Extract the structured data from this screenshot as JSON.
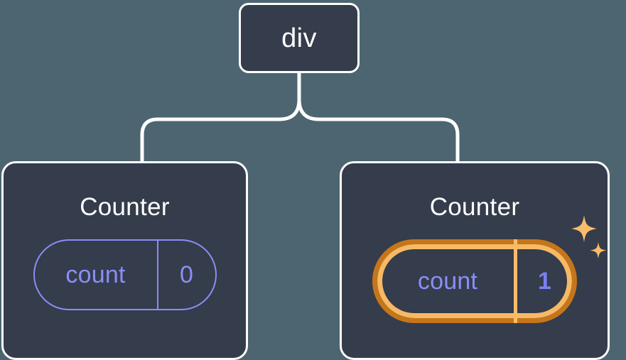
{
  "diagram": {
    "type": "component-tree",
    "background_color": "#4c6570",
    "node_fill_color": "#353c4b",
    "node_border_color": "#ffffff",
    "connector_color": "#ffffff",
    "state_color": "#8a8ef6",
    "highlight_outer_color": "#c5761b",
    "highlight_inner_color": "#f7b964",
    "sparkle_color": "#f9bc6b"
  },
  "root": {
    "title": "div"
  },
  "children": [
    {
      "title": "Counter",
      "state": {
        "key": "count",
        "value": "0"
      },
      "highlighted": false
    },
    {
      "title": "Counter",
      "state": {
        "key": "count",
        "value": "1"
      },
      "highlighted": true
    }
  ],
  "icons": {
    "sparkle_large": "sparkle-icon",
    "sparkle_small": "sparkle-icon"
  }
}
